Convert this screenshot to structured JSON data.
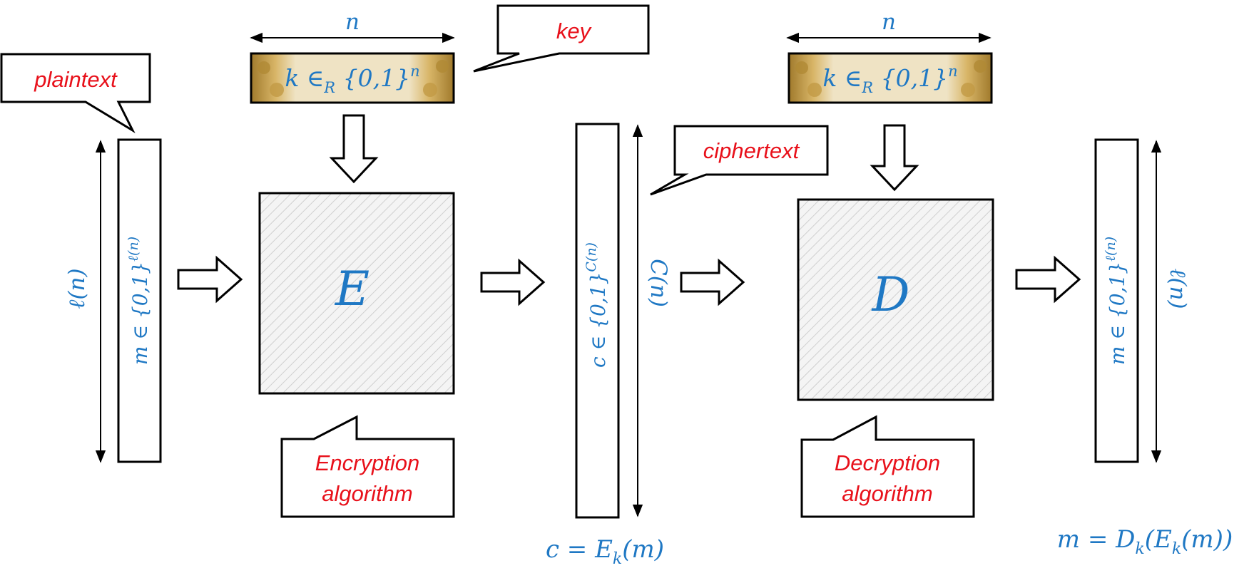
{
  "colors": {
    "math": "#1f78c4",
    "callout_text": "#e8101a",
    "outline": "#000000",
    "hatch": "#c9c9c9",
    "box_fill": "#f2f2f2"
  },
  "callouts": {
    "plaintext": "plaintext",
    "key": "key",
    "ciphertext": "ciphertext",
    "encryption": {
      "line1": "Encryption",
      "line2": "algorithm"
    },
    "decryption": {
      "line1": "Decryption",
      "line2": "algorithm"
    }
  },
  "key_left": {
    "label": "k ∈",
    "sub": "R",
    "set": " {0,1}",
    "sup": "n",
    "length_label": "n"
  },
  "key_right": {
    "label": "k ∈",
    "sub": "R",
    "set": " {0,1}",
    "sup": "n",
    "length_label": "n"
  },
  "encrypt_box": {
    "symbol": "E"
  },
  "decrypt_box": {
    "symbol": "D"
  },
  "message_in": {
    "text": "m ∈ {0,1}",
    "sup": "ℓ(n)",
    "length_label": "ℓ(n)"
  },
  "cipher": {
    "text": "c ∈ {0,1}",
    "sup": "C(n)",
    "length_label": "C(n)"
  },
  "message_out": {
    "text": "m ∈ {0,1}",
    "sup": "ℓ(n)",
    "length_label": "ℓ(n)"
  },
  "formulas": {
    "cipher_eq": {
      "pre": "c = E",
      "sub": "k",
      "post": "(m)"
    },
    "decrypt_eq": {
      "pre": "m = D",
      "sub1": "k",
      "mid": "(E",
      "sub2": "k",
      "post": "(m))"
    }
  }
}
